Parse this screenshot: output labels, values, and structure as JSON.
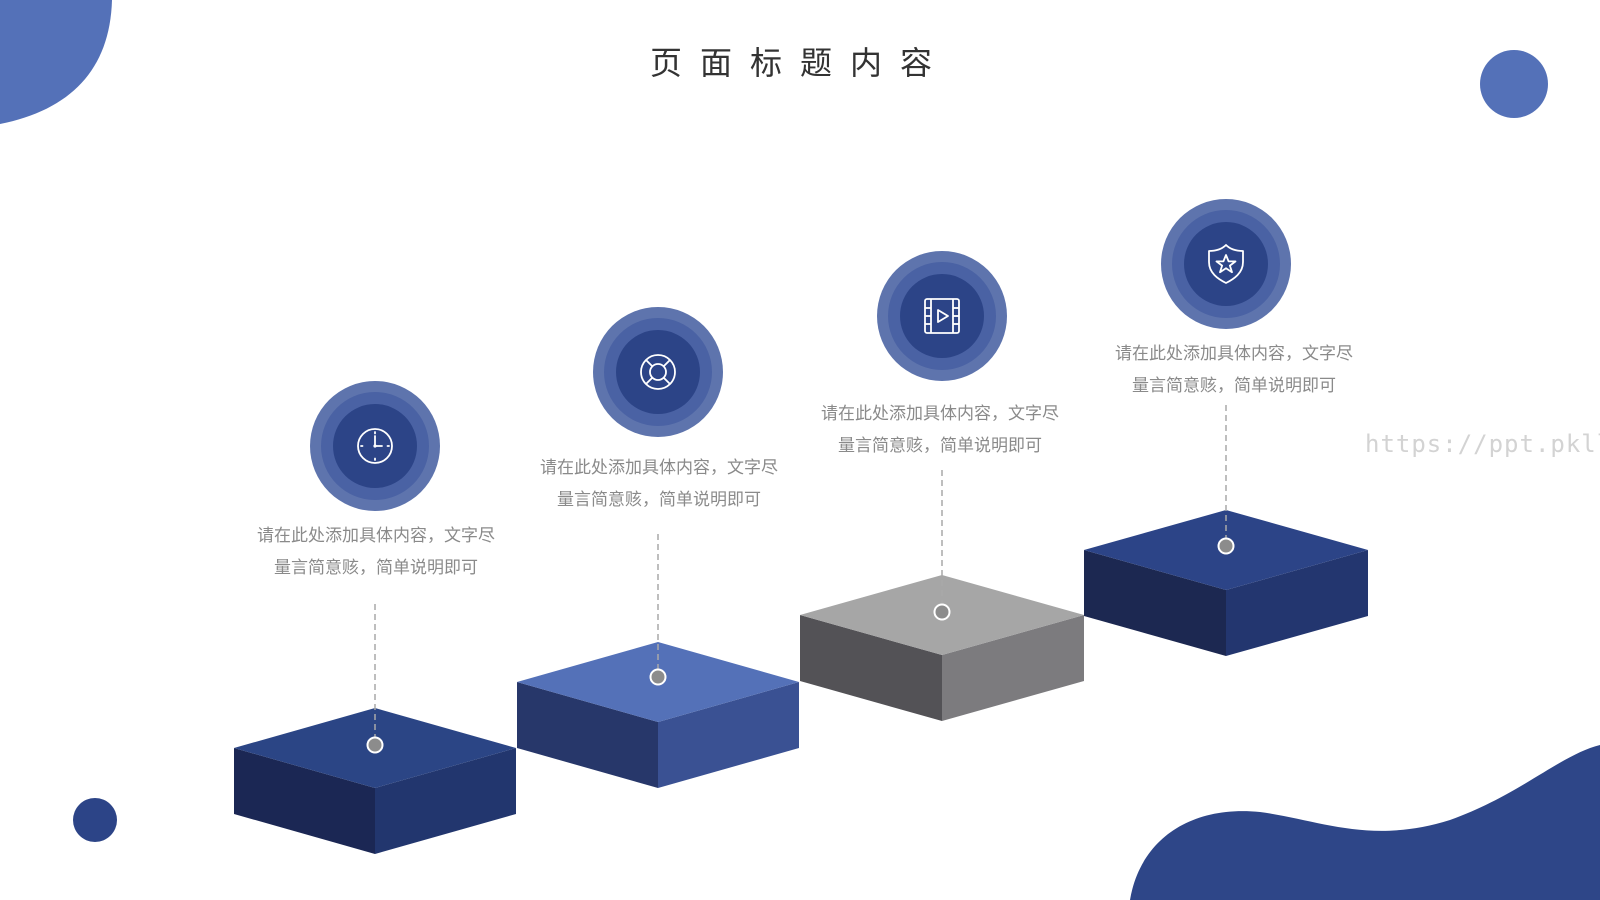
{
  "title": "页面标题内容",
  "steps": [
    {
      "icon": "clock-icon",
      "text_line1": "请在此处添加具体内容，文字尽",
      "text_line2": "量言简意赅，简单说明即可"
    },
    {
      "icon": "lifebuoy-icon",
      "text_line1": "请在此处添加具体内容，文字尽",
      "text_line2": "量言简意赅，简单说明即可"
    },
    {
      "icon": "film-play-icon",
      "text_line1": "请在此处添加具体内容，文字尽",
      "text_line2": "量言简意赅，简单说明即可"
    },
    {
      "icon": "shield-star-icon",
      "text_line1": "请在此处添加具体内容，文字尽",
      "text_line2": "量言简意赅，简单说明即可"
    }
  ],
  "watermark": "https://ppt.pkll.de",
  "colors": {
    "primary": "#5471b8",
    "dark": "#2c4487",
    "gray": "#7c7b7e",
    "text": "#8a8a8a"
  }
}
